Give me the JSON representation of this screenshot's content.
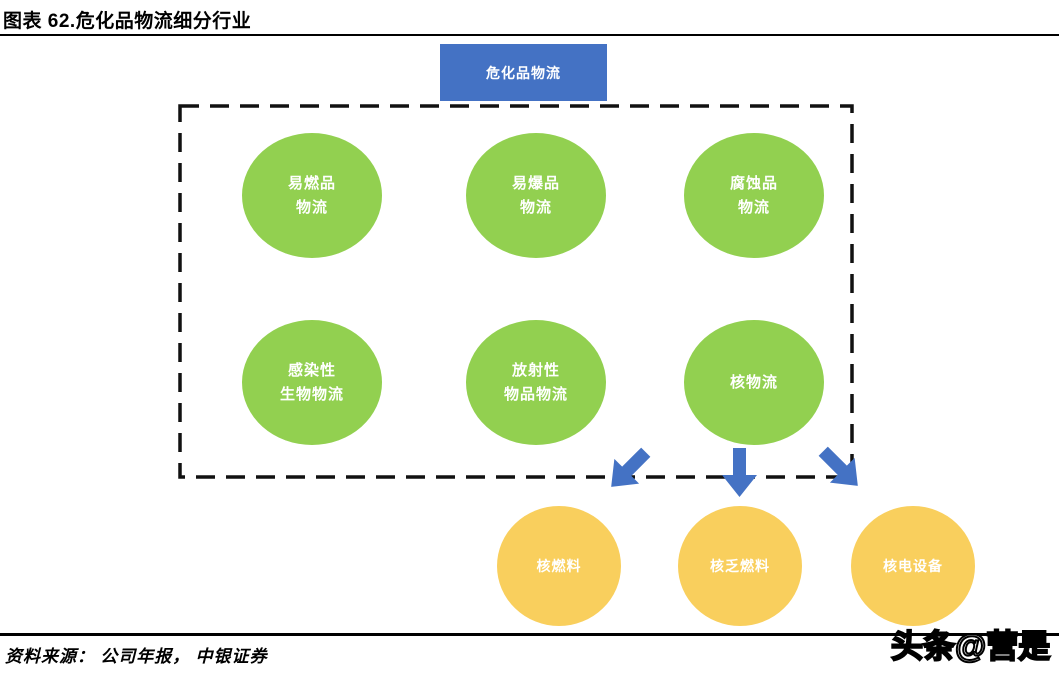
{
  "figure": {
    "title": "图表 62.危化品物流细分行业",
    "source": "资料来源： 公司年报， 中银证券",
    "watermark": "头条@营是"
  },
  "diagram": {
    "root": {
      "label": "危化品物流"
    },
    "green_nodes": [
      {
        "label": "易燃品\n物流"
      },
      {
        "label": "易爆品\n物流"
      },
      {
        "label": "腐蚀品\n物流"
      },
      {
        "label": "感染性\n生物物流"
      },
      {
        "label": "放射性\n物品物流"
      },
      {
        "label": "核物流"
      }
    ],
    "yellow_nodes": [
      {
        "label": "核燃料"
      },
      {
        "label": "核乏燃料"
      },
      {
        "label": "核电设备"
      }
    ],
    "arrows": [
      {
        "direction": "down-left"
      },
      {
        "direction": "down"
      },
      {
        "direction": "down-right"
      }
    ],
    "colors": {
      "root_blue": "#4472C4",
      "arrow_blue": "#4472C4",
      "node_green": "#92D050",
      "node_yellow": "#F9CF5D",
      "dashed_border": "#111111",
      "node_text": "#ffffff"
    }
  }
}
